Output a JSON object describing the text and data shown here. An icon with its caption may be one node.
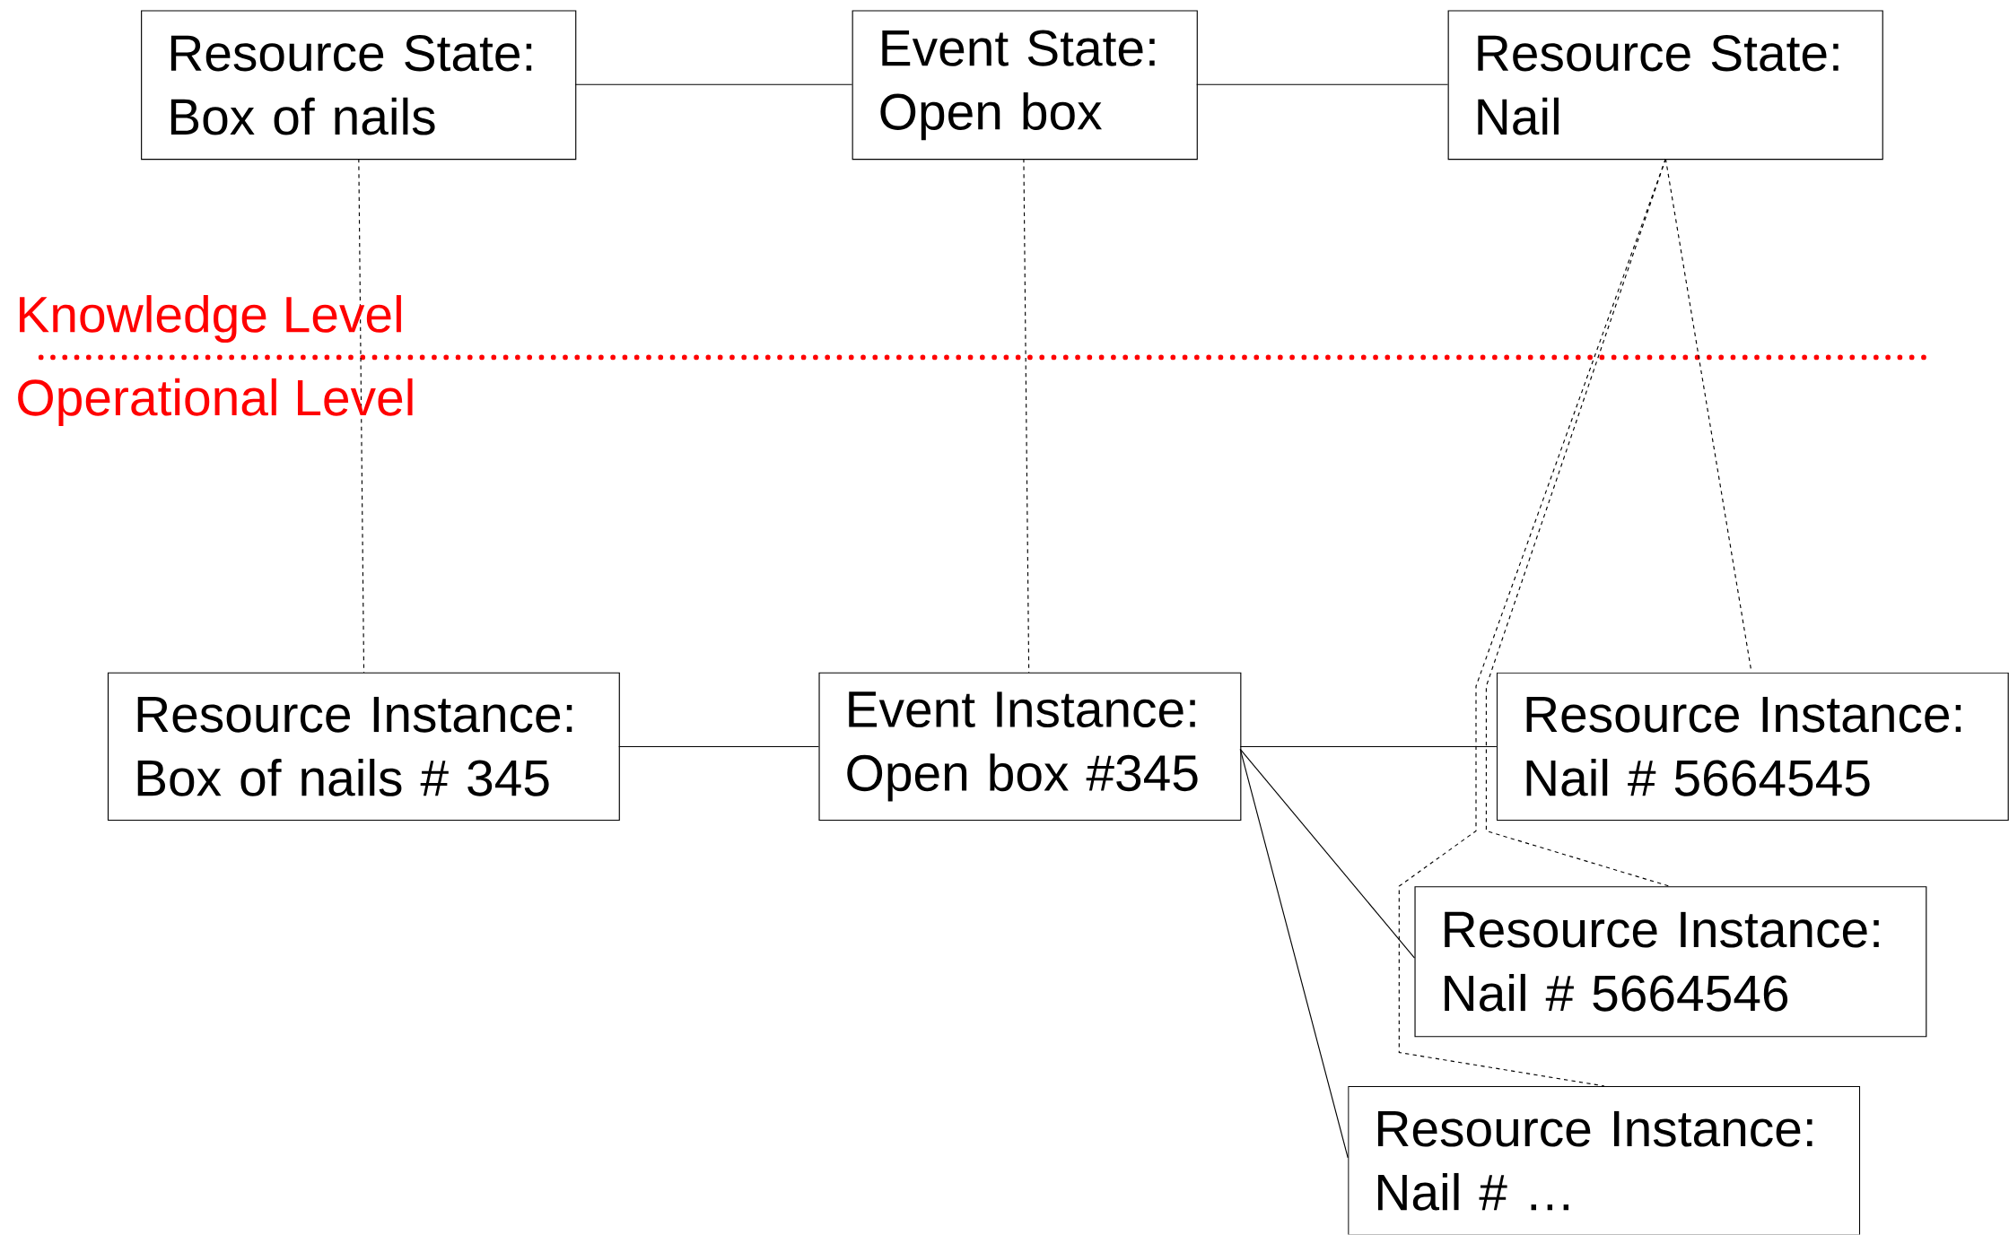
{
  "diagram": {
    "nodes": [
      {
        "text": [
          "Resource State:",
          "Box of nails"
        ]
      },
      {
        "text": [
          "Event State:",
          "Open box"
        ]
      },
      {
        "text": [
          "Resource State:",
          "Nail"
        ]
      },
      {
        "text": [
          "Resource Instance:",
          "Box of nails # 345"
        ]
      },
      {
        "text": [
          "Event Instance:",
          "Open box #345"
        ]
      },
      {
        "text": [
          "Resource Instance:",
          "Nail # 5664545"
        ]
      },
      {
        "text": [
          "Resource Instance:",
          "Nail # 5664546"
        ]
      },
      {
        "text": [
          "Resource Instance:",
          "Nail # …"
        ]
      }
    ],
    "edges": [
      {
        "from": 0,
        "to": 1,
        "arrow": "none"
      },
      {
        "from": 1,
        "to": 2,
        "arrow": "none"
      },
      {
        "from": 0,
        "to": 3,
        "arrow": "none",
        "style": "dashed"
      },
      {
        "from": 1,
        "to": 4,
        "arrow": "none",
        "style": "dashed"
      },
      {
        "from": 2,
        "to": 5,
        "arrow": "none",
        "style": "dashed"
      },
      {
        "from": 2,
        "to": 6,
        "arrow": "none",
        "style": "dashed"
      },
      {
        "from": 2,
        "to": 7,
        "arrow": "none",
        "style": "dashed"
      },
      {
        "from": 3,
        "to": 4,
        "arrow": "none"
      },
      {
        "from": 4,
        "to": 5,
        "arrow": "none"
      },
      {
        "from": 4,
        "to": 6,
        "arrow": "none"
      },
      {
        "from": 4,
        "to": 7,
        "arrow": "none"
      }
    ],
    "labels": [
      "Knowledge Level",
      "Operational Level"
    ]
  }
}
